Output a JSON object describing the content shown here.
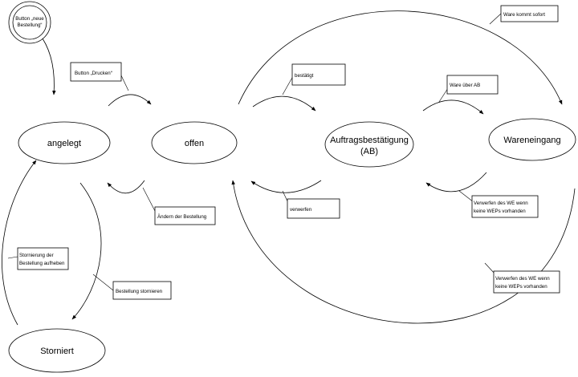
{
  "start_node": {
    "line1": "Button „neue",
    "line2": "Bestellung“"
  },
  "states": {
    "angelegt": "angelegt",
    "offen": "offen",
    "ab_line1": "Auftragsbestätigung",
    "ab_line2": "(AB)",
    "wareneingang": "Wareneingang",
    "storniert": "Storniert"
  },
  "notes": {
    "drucken": "Button „Drucken“",
    "aendern": "Ändern der Bestellung",
    "bestaetigt": "bestätigt",
    "verwerfen": "verwerfen",
    "ware_ueber_ab": "Ware über AB",
    "verwerfen_we_1_line1": "Verwerfen des WE wenn",
    "verwerfen_we_1_line2": "keine WEPs vorhanden",
    "ware_sofort": "Ware kommt sofort",
    "verwerfen_we_2_line1": "Verwerfen des WE wenn",
    "verwerfen_we_2_line2": "keine WEPs vorhanden",
    "storn_aufheben_line1": "Stornierung der",
    "storn_aufheben_line2": "Bestellung aufheben",
    "storn": "Bestellung stornieren"
  },
  "icons": {
    "arrowhead": "filled-triangle"
  }
}
